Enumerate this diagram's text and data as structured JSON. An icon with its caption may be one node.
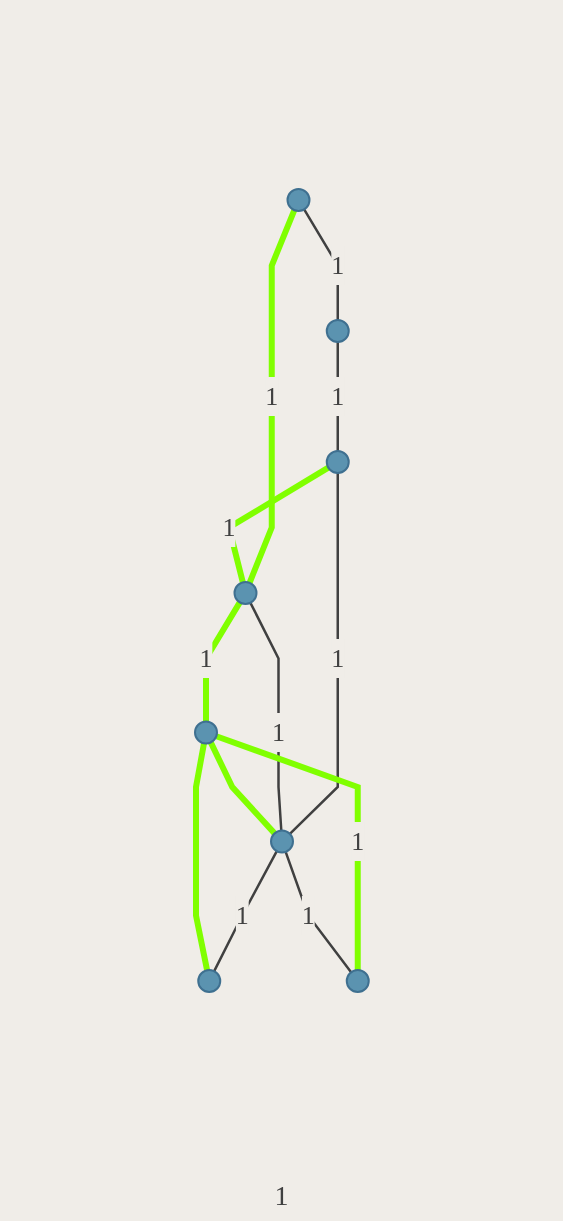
{
  "diagram": {
    "nodes": [
      {
        "text": [],
        "shape": "circle"
      },
      {
        "text": [],
        "shape": "circle"
      },
      {
        "text": [],
        "shape": "circle"
      },
      {
        "text": [],
        "shape": "circle"
      },
      {
        "text": [],
        "shape": "circle"
      },
      {
        "text": [],
        "shape": "circle"
      },
      {
        "text": [],
        "shape": "circle"
      },
      {
        "text": [],
        "shape": "circle"
      }
    ],
    "edges": [
      {
        "from": 0,
        "to": 1,
        "arrow": "none",
        "label": "1"
      },
      {
        "from": 0,
        "to": 3,
        "arrow": "none",
        "label": "1",
        "style": "thick",
        "color": "#80ff00"
      },
      {
        "from": 1,
        "to": 2,
        "arrow": "none",
        "label": "1"
      },
      {
        "from": 2,
        "to": 3,
        "arrow": "none",
        "label": "1",
        "style": "thick",
        "color": "#80ff00"
      },
      {
        "from": 2,
        "to": 5,
        "arrow": "none",
        "label": "1"
      },
      {
        "from": 3,
        "to": 4,
        "arrow": "none",
        "label": "1",
        "style": "thick",
        "color": "#80ff00"
      },
      {
        "from": 3,
        "to": 5,
        "arrow": "none",
        "label": "1"
      },
      {
        "from": 4,
        "to": 5,
        "arrow": "none",
        "style": "thick",
        "color": "#80ff00"
      },
      {
        "from": 4,
        "to": 7,
        "arrow": "none",
        "label": "1",
        "style": "thick",
        "color": "#80ff00"
      },
      {
        "from": 5,
        "to": 6,
        "arrow": "none",
        "label": "1"
      },
      {
        "from": 4,
        "to": 6,
        "arrow": "none",
        "style": "thick",
        "color": "#80ff00"
      },
      {
        "from": 5,
        "to": 7,
        "arrow": "none",
        "label": "1"
      }
    ],
    "labels": [
      "1"
    ]
  }
}
